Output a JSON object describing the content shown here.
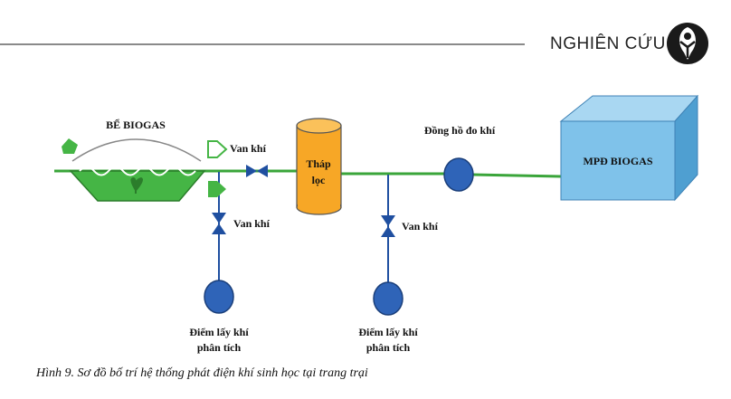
{
  "header": {
    "section": "NGHIÊN CỨU",
    "logo_icon": "journal-logo-icon"
  },
  "diagram": {
    "digester_label": "BỂ BIOGAS",
    "valve_main_label": "Van khí",
    "valve_left_label": "Van khí",
    "valve_right_label": "Van khí",
    "filter_label_line1": "Tháp",
    "filter_label_line2": "lọc",
    "meter_label": "Đồng hồ đo khí",
    "generator_label": "MPĐ BIOGAS",
    "sample_left_line1": "Điểm lấy khí",
    "sample_left_line2": "phân tích",
    "sample_right_line1": "Điểm lấy khí",
    "sample_right_line2": "phân tích"
  },
  "caption": "Hình 9. Sơ đồ bố trí hệ thống phát điện khí sinh học tại trang trại",
  "colors": {
    "pipe": "#3aa53a",
    "blue_node": "#2f64b8",
    "valve": "#1f4fa0",
    "filter": "#f7a726",
    "generator_front": "#7fc2ea",
    "generator_top": "#a9d7f2",
    "generator_side": "#4f9fd1",
    "digester_green": "#45b545"
  }
}
